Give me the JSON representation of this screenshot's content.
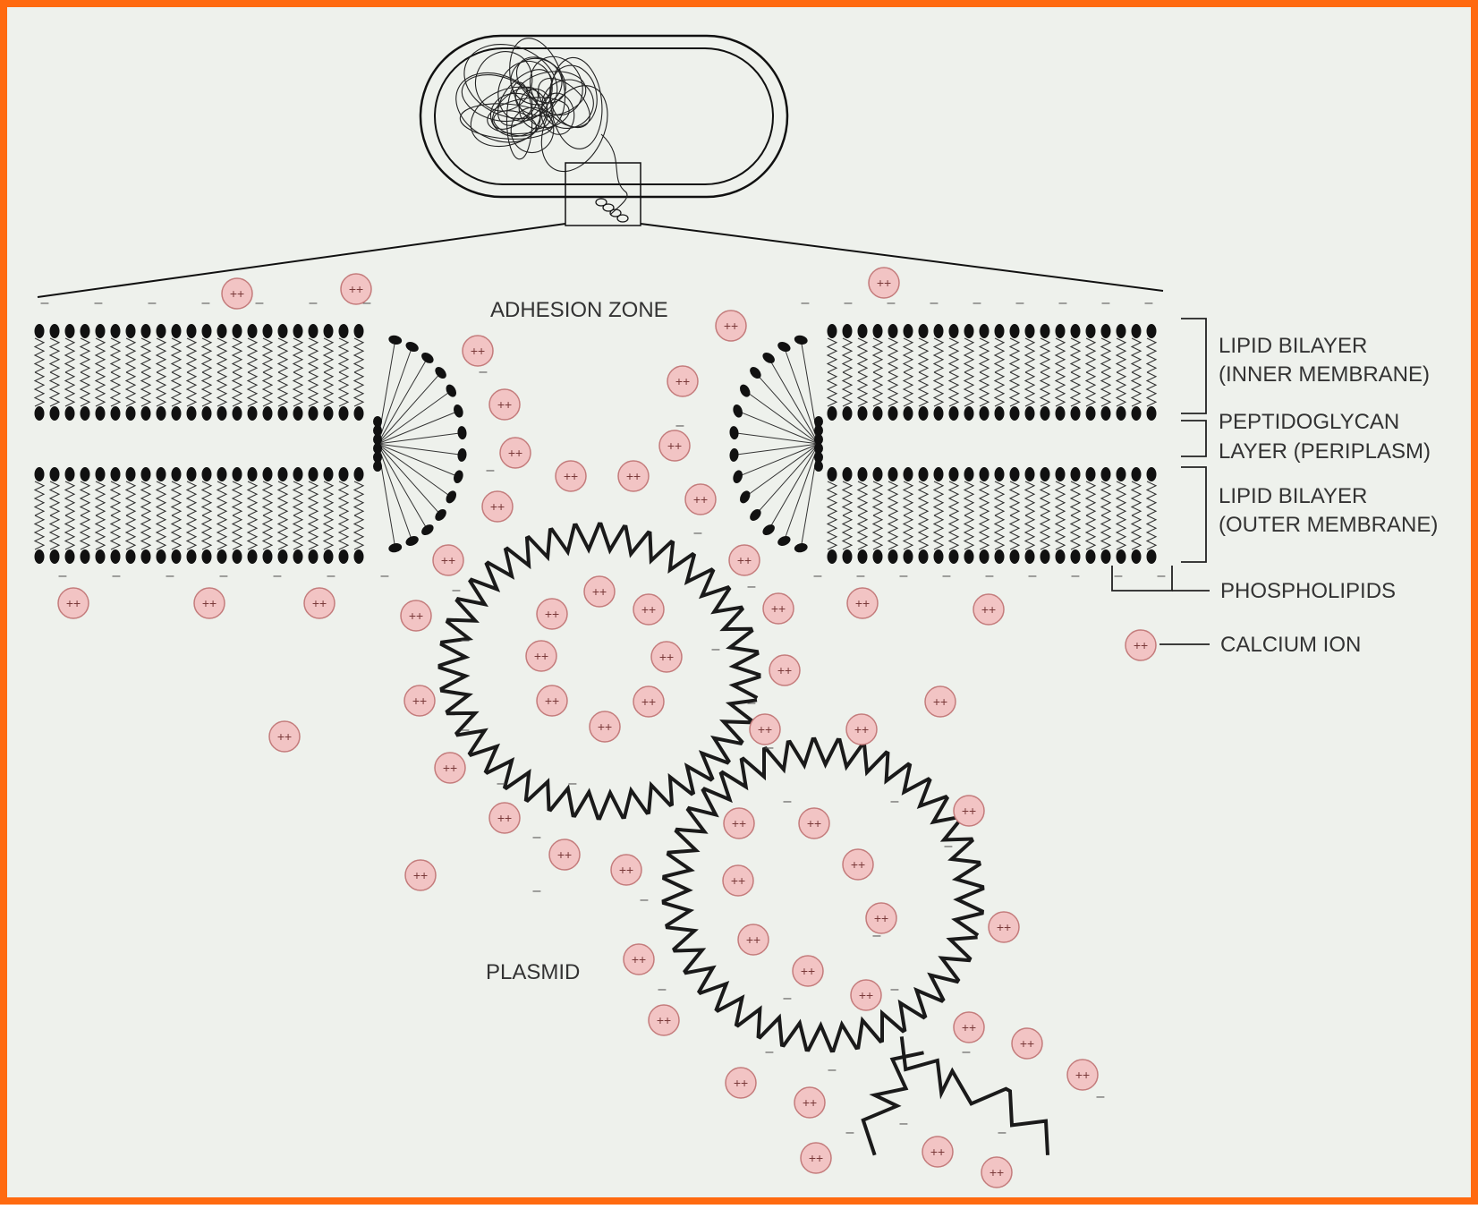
{
  "diagram": {
    "labels": {
      "adhesion_zone": "ADHESION ZONE",
      "lipid_bilayer_inner_1": "LIPID BILAYER",
      "lipid_bilayer_inner_2": "(INNER MEMBRANE)",
      "peptidoglycan_1": "PEPTIDOGLYCAN",
      "peptidoglycan_2": "LAYER (PERIPLASM)",
      "lipid_bilayer_outer_1": "LIPID BILAYER",
      "lipid_bilayer_outer_2": "(OUTER MEMBRANE)",
      "phospholipids": "PHOSPHOLIPIDS",
      "calcium_ion": "CALCIUM ION",
      "plasmid": "PLASMID"
    },
    "ion_symbol": "++",
    "charge_symbol": "–",
    "colors": {
      "frame": "#ff6a10",
      "background": "#eef1ec",
      "ion_fill": "#f2c4c4",
      "ion_stroke": "#c47c7c",
      "line": "#111111",
      "label": "#333333"
    }
  }
}
